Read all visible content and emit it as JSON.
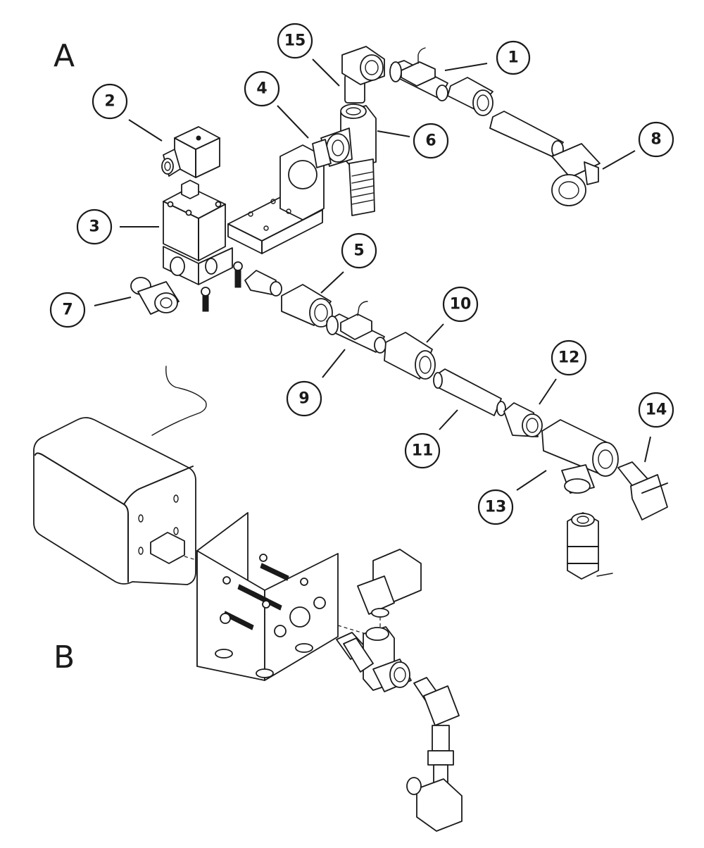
{
  "title": "Exploded parts diagram",
  "sections": [
    {
      "id": "A",
      "label": "A"
    },
    {
      "id": "B",
      "label": "B"
    }
  ],
  "callouts": [
    {
      "number": "1",
      "part": "flow-sensor"
    },
    {
      "number": "2",
      "part": "solenoid-connector"
    },
    {
      "number": "3",
      "part": "solenoid-valve"
    },
    {
      "number": "4",
      "part": "mounting-bracket"
    },
    {
      "number": "5",
      "part": "tube-sleeve"
    },
    {
      "number": "6",
      "part": "tee-fitting"
    },
    {
      "number": "7",
      "part": "elbow-compression-fitting"
    },
    {
      "number": "8",
      "part": "elbow-compression-fitting"
    },
    {
      "number": "9",
      "part": "flow-sensor"
    },
    {
      "number": "10",
      "part": "tube-sleeve"
    },
    {
      "number": "11",
      "part": "nipple"
    },
    {
      "number": "12",
      "part": "hex-adapter"
    },
    {
      "number": "13",
      "part": "tee-fitting"
    },
    {
      "number": "14",
      "part": "elbow-fitting"
    },
    {
      "number": "15",
      "part": "elbow-fitting"
    }
  ],
  "colors": {
    "line": "#1a1a1a",
    "background": "#ffffff"
  }
}
